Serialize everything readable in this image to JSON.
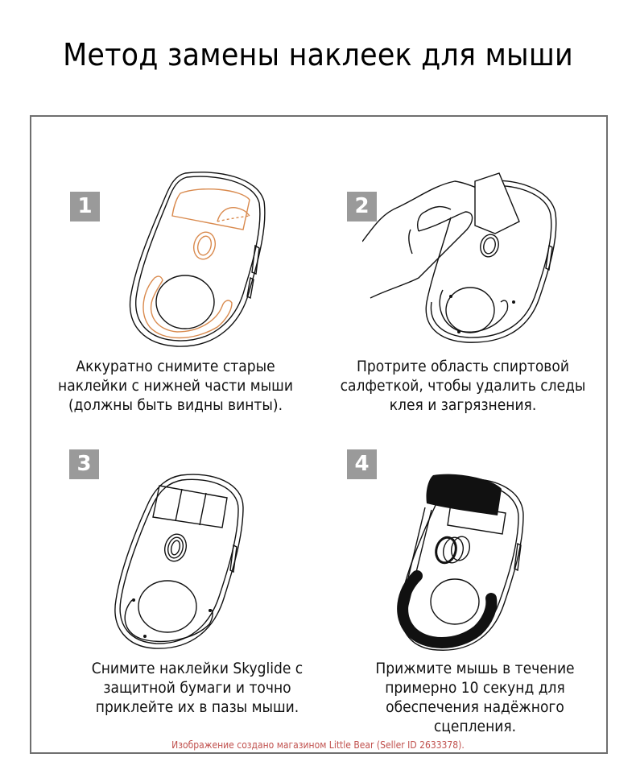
{
  "title": "Метод замены наклеек для мыши",
  "colors": {
    "frame_border": "#6f6f6f",
    "badge_bg": "#9a9a9a",
    "highlight_orange": "#d98a4e",
    "skate_black": "#111111",
    "credit_text": "#c0504d"
  },
  "steps": [
    {
      "number": "1",
      "illustration": "mouse-bottom-old-skates-highlighted",
      "caption_lines": [
        "Аккуратно снимите старые",
        "наклейки с нижней части мыши",
        "(должны быть видны винты)."
      ]
    },
    {
      "number": "2",
      "illustration": "hand-wiping-mouse-with-alcohol-pad",
      "caption_lines": [
        "Протрите область спиртовой",
        "салфеткой, чтобы удалить следы",
        "клея и загрязнения."
      ]
    },
    {
      "number": "3",
      "illustration": "mouse-bottom-clean-slots",
      "caption_lines": [
        "Снимите наклейки Skyglide с",
        "защитной бумаги и точно",
        "приклейте их в пазы мыши."
      ]
    },
    {
      "number": "4",
      "illustration": "mouse-bottom-new-skates-applied",
      "caption_lines": [
        "Прижмите мышь в течение",
        "примерно 10 секунд для",
        "обеспечения надёжного",
        "сцепления."
      ]
    }
  ],
  "credit": "Изображение создано магазином Little Bear (Seller ID 2633378)."
}
